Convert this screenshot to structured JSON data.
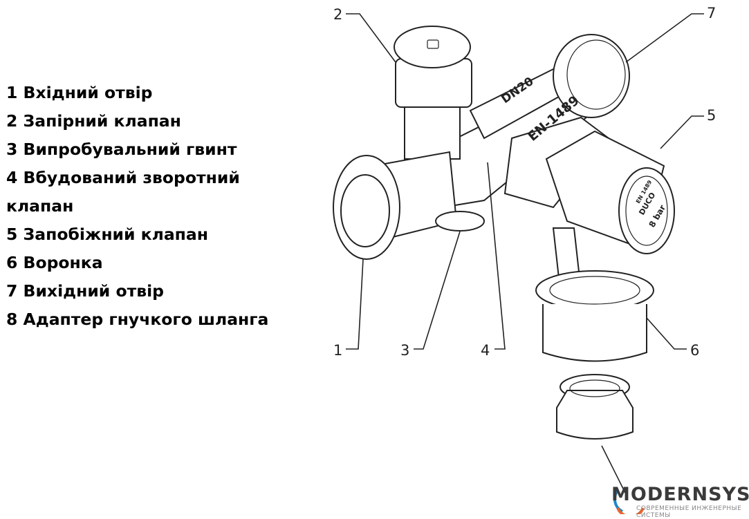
{
  "legend": [
    "1 Вхідний отвір",
    "2 Запірний клапан",
    "3 Випробувальний гвинт",
    "4 Вбудований зворотний клапан",
    "5 Запобіжний клапан",
    "6 Воронка",
    "7 Вихідний отвір",
    "8 Адаптер гнучкого шланга"
  ],
  "callouts": [
    "1",
    "2",
    "3",
    "4",
    "5",
    "6",
    "7"
  ],
  "markings": {
    "body": "DN20",
    "check_valve": "EN-1489",
    "cap_std": "EN 1489",
    "cap_brand": "DUCO",
    "cap_pressure": "8 bar"
  },
  "logo": {
    "name": "MODERNSYS",
    "tagline": "СОВРЕМЕННЫЕ ИНЖЕНЕРНЫЕ СИСТЕМЫ",
    "accent_blue": "#1e88c8",
    "accent_orange": "#e8632a"
  }
}
